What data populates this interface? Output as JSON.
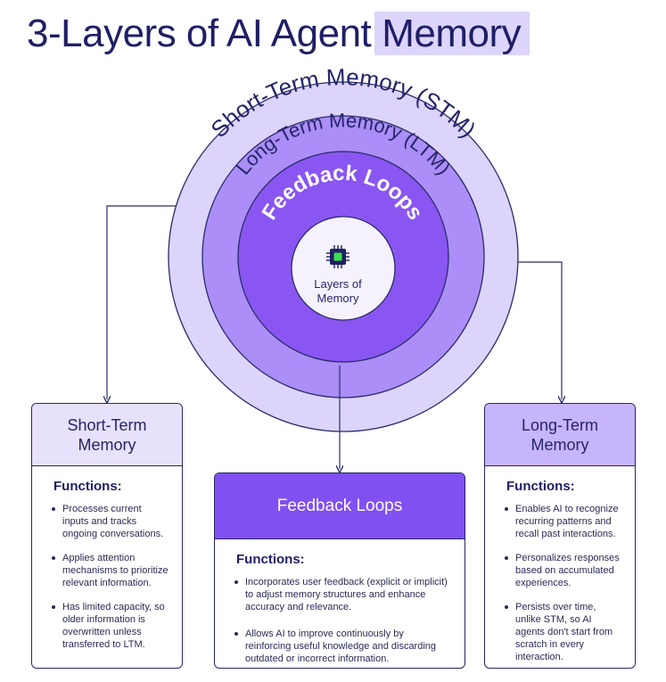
{
  "title": {
    "main": "3-Layers of  AI Agent",
    "highlight": "Memory"
  },
  "diagram": {
    "rings": {
      "outer": "Short-Term Memory (STM)",
      "middle": "Long-Term Memory (LTM)",
      "inner": "Feedback Loops",
      "center_line1": "Layers of",
      "center_line2": "Memory"
    },
    "colors": {
      "outer": "#ddd4fb",
      "middle": "#ab8ef7",
      "inner": "#8a56f2",
      "center": "#f5f2fe",
      "stroke": "#2b2b6b",
      "chip": "#1f1f5f",
      "chip_core": "#3ddc52"
    },
    "icons": [
      "cpu-chip-icon"
    ]
  },
  "cards": {
    "stm": {
      "title_line1": "Short-Term",
      "title_line2": "Memory",
      "functions_label": "Functions:",
      "bullets": [
        "Processes current inputs and tracks ongoing conversations.",
        "Applies attention mechanisms to prioritize relevant information.",
        "Has limited capacity, so older information is overwritten unless transferred to LTM."
      ]
    },
    "feedback": {
      "title": "Feedback Loops",
      "functions_label": "Functions:",
      "bullets": [
        "Incorporates user feedback (explicit or implicit) to adjust memory structures and enhance accuracy and relevance.",
        "Allows AI to improve continuously by reinforcing useful knowledge and discarding outdated or incorrect information."
      ]
    },
    "ltm": {
      "title_line1": "Long-Term",
      "title_line2": "Memory",
      "functions_label": "Functions:",
      "bullets": [
        "Enables AI to recognize recurring patterns and recall past interactions.",
        "Personalizes responses based on accumulated experiences.",
        "Persists over time, unlike STM, so AI agents don't start from scratch in every interaction."
      ]
    }
  }
}
